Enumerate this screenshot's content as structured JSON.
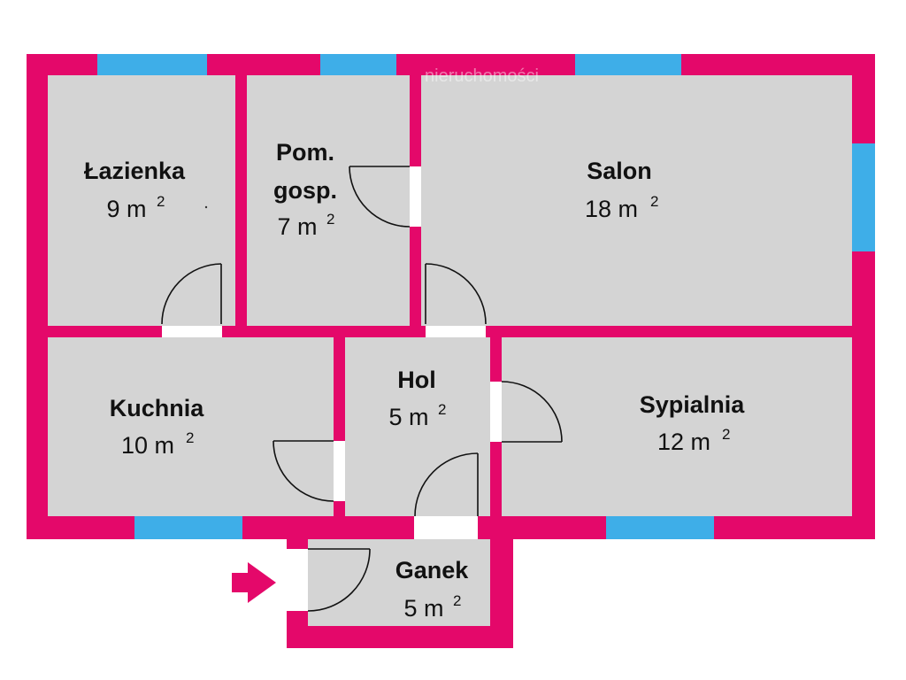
{
  "colors": {
    "wall": "#e4086a",
    "floor": "#d4d4d4",
    "window": "#3eaee8",
    "door_opening": "#ffffff",
    "text": "#111111"
  },
  "watermark": "nieruchomości",
  "superscript": "2",
  "rooms": [
    {
      "id": "lazienka",
      "name_lines": [
        "Łazienka"
      ],
      "area": "9 m"
    },
    {
      "id": "pom-gosp",
      "name_lines": [
        "Pom.",
        "gosp."
      ],
      "area": "7 m"
    },
    {
      "id": "salon",
      "name_lines": [
        "Salon"
      ],
      "area": "18 m"
    },
    {
      "id": "kuchnia",
      "name_lines": [
        "Kuchnia"
      ],
      "area": "10 m"
    },
    {
      "id": "hol",
      "name_lines": [
        "Hol"
      ],
      "area": "5 m"
    },
    {
      "id": "sypialnia",
      "name_lines": [
        "Sypialnia"
      ],
      "area": "12 m"
    },
    {
      "id": "ganek",
      "name_lines": [
        "Ganek"
      ],
      "area": "5 m"
    }
  ],
  "entrance_arrow": "entrance-arrow-icon"
}
